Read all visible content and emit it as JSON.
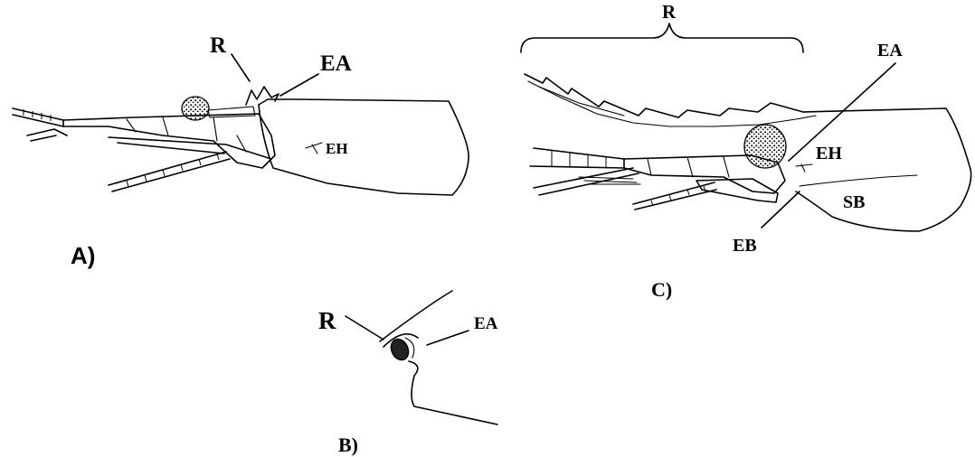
{
  "panels": {
    "a": {
      "panel_label": "A)",
      "labels": {
        "rostrum": "R",
        "antennal_spine": "EA",
        "hepatic_spine": "EH"
      }
    },
    "b": {
      "panel_label": "B)",
      "labels": {
        "rostrum": "R",
        "antennal_spine": "EA"
      }
    },
    "c": {
      "panel_label": "C)",
      "labels": {
        "rostrum": "R",
        "antennal_spine": "EA",
        "hepatic_spine": "EH",
        "branchiostegal_spine": "EB",
        "branchiostegal_groove": "SB"
      }
    }
  }
}
